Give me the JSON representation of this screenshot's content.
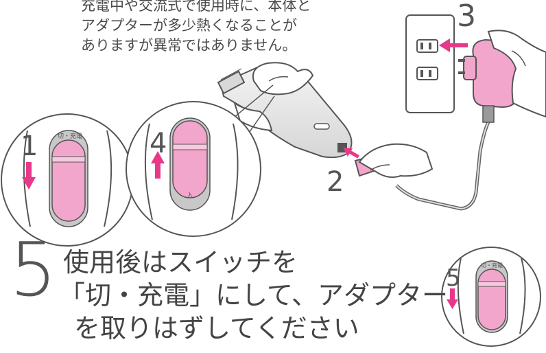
{
  "note": {
    "line1": "充電中や交流式で使用時に、本体と",
    "line2": "アダプターが多少熱くなることが",
    "line3": "ありますが異常ではありません。"
  },
  "steps": {
    "s1": "1",
    "s2": "2",
    "s3": "3",
    "s4": "4",
    "s5": "5"
  },
  "switch": {
    "off_charge_label": "切・充電",
    "on_label": "入"
  },
  "instruction": {
    "number": "5",
    "line1": "使用後はスイッチを",
    "line2": "「切・充電」にして、アダプター",
    "line3": "を取りはずしてください"
  },
  "colors": {
    "pink": "#f2a6cc",
    "magenta_arrow": "#e8388a",
    "gray": "#c8c8c8",
    "text": "#444444"
  }
}
